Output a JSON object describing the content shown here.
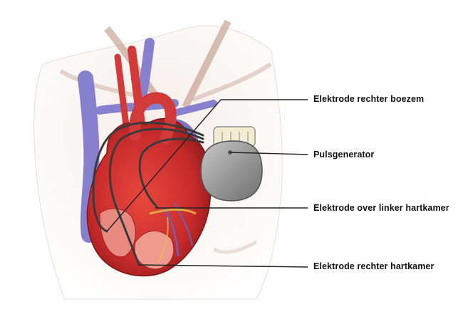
{
  "labels": {
    "right_atrium_lead": "Elektrode rechter boezem",
    "pulse_generator": "Pulsgenerator",
    "left_ventricle_lead": "Elektrode over linker hartkamer",
    "right_ventricle_lead": "Elektrode rechter hartkamer"
  },
  "colors": {
    "heart_red": "#cf2b2b",
    "heart_dark": "#8e1a1a",
    "vein_blue": "#7b74c4",
    "lead_wire": "#3a3a3a",
    "generator_gray": "#9a9a9a",
    "callout_line": "#222222"
  }
}
